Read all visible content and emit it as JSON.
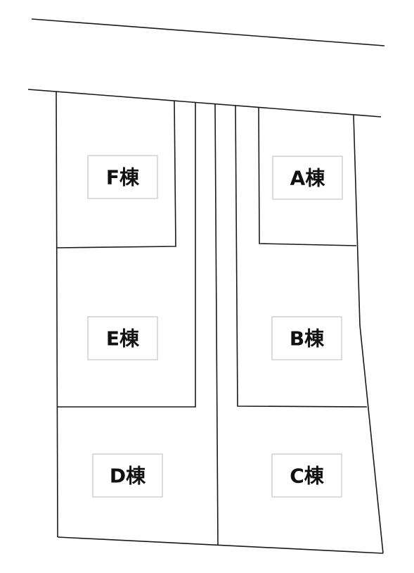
{
  "lots": {
    "a": "A棟",
    "b": "B棟",
    "c": "C棟",
    "d": "D棟",
    "e": "E棟",
    "f": "F棟"
  }
}
